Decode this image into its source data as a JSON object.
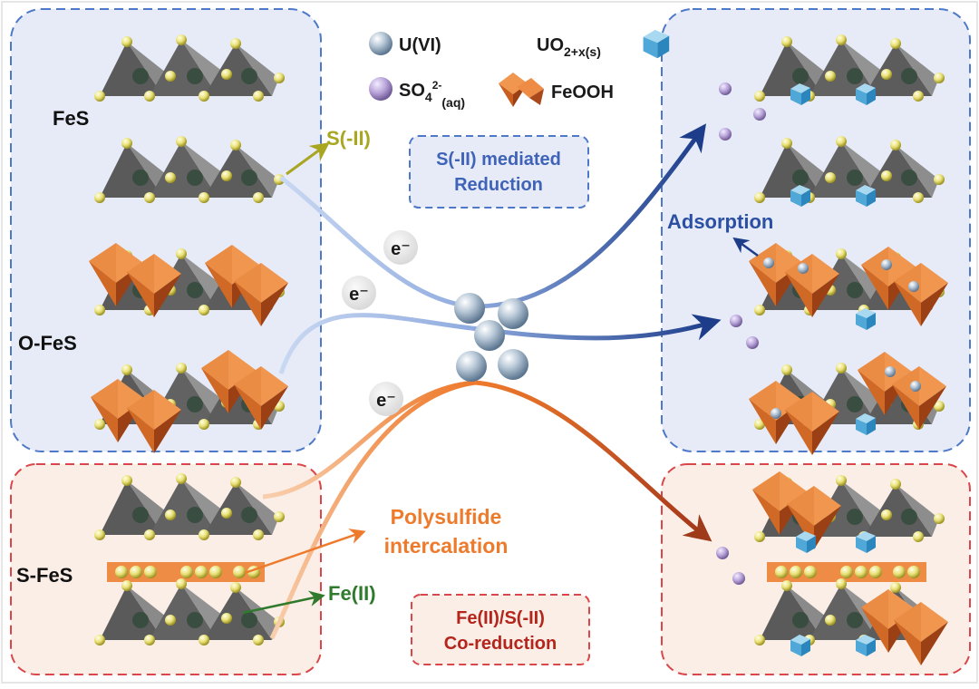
{
  "legend": {
    "u6": "U(VI)",
    "uo2_main": "UO",
    "uo2_sub": "2+x(s)",
    "so4_main": "SO",
    "so4_sub": "4",
    "so4_sup": "2-",
    "so4_sub2": "(aq)",
    "feooh": "FeOOH"
  },
  "labels": {
    "fes": "FeS",
    "ofes": "O-FeS",
    "sfes": "S-FeS",
    "s_ii": "S(-II)",
    "fe_ii": "Fe(II)",
    "polysulfide_1": "Polysulfide",
    "polysulfide_2": "intercalation",
    "adsorption": "Adsorption",
    "electron": "e⁻"
  },
  "boxes": {
    "s_mediated_1": "S(-II) mediated",
    "s_mediated_2": "Reduction",
    "co_reduction_1": "Fe(II)/S(-II)",
    "co_reduction_2": "Co-reduction"
  },
  "colors": {
    "blue_panel": "#e6ebf7",
    "blue_border": "#4e79c9",
    "red_panel": "#fbeee6",
    "red_border": "#d9474a",
    "s_ii_text": "#a9a622",
    "fe_ii_text": "#2f7a2c",
    "orange": "#ee7a2c",
    "dark_blue": "#1d3d8b",
    "mid_blue": "#3f63b8",
    "dark_red": "#b4251c"
  }
}
